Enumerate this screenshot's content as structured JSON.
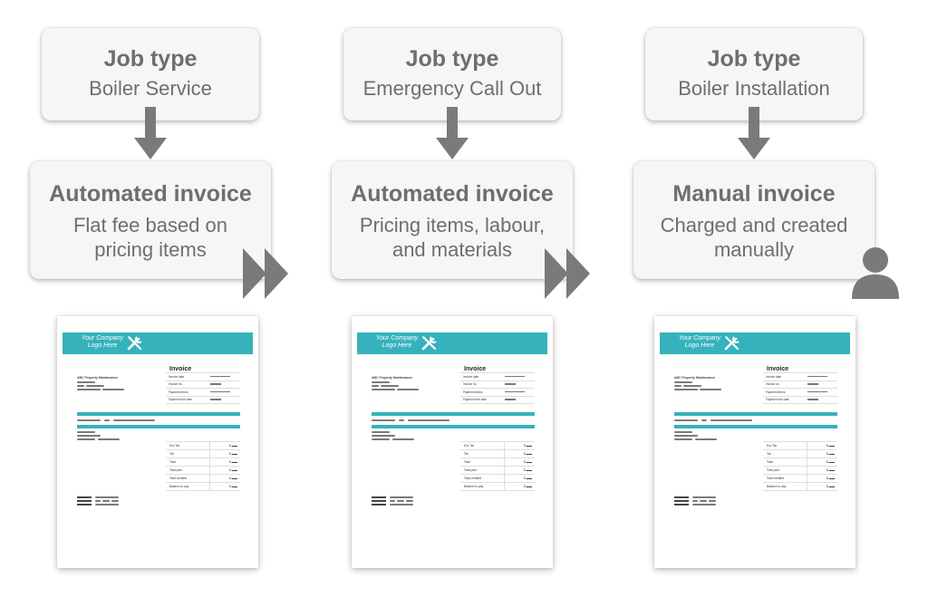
{
  "columns": [
    {
      "job_title": "Job type",
      "job_value": "Boiler Service",
      "invoice_title": "Automated invoice",
      "invoice_desc": "Flat fee based on pricing items",
      "indicator": "double-chevron-icon",
      "invoice_doc": {
        "logo_line1": "Your Company",
        "logo_line2": "Logo Here",
        "doc_title": "Invoice",
        "company_name": "ABC Property Maintenance",
        "meta_labels": [
          "Invoice date",
          "Invoice no.",
          "Payment terms",
          "Payment due date"
        ],
        "total_labels": [
          "Exc Tax",
          "Tax",
          "Total",
          "Total paid",
          "Total credited",
          "Balance to pay"
        ]
      }
    },
    {
      "job_title": "Job type",
      "job_value": "Emergency Call Out",
      "invoice_title": "Automated invoice",
      "invoice_desc": "Pricing items, labour, and materials",
      "indicator": "double-chevron-icon",
      "invoice_doc": {
        "logo_line1": "Your Company",
        "logo_line2": "Logo Here",
        "doc_title": "Invoice",
        "company_name": "ABC Property Maintenance",
        "meta_labels": [
          "Invoice date",
          "Invoice no.",
          "Payment terms",
          "Payment due date"
        ],
        "total_labels": [
          "Exc Tax",
          "Tax",
          "Total",
          "Total paid",
          "Total credited",
          "Balance to pay"
        ]
      }
    },
    {
      "job_title": "Job type",
      "job_value": "Boiler Installation",
      "invoice_title": "Manual invoice",
      "invoice_desc": "Charged and created manually",
      "indicator": "user-icon",
      "invoice_doc": {
        "logo_line1": "Your Company",
        "logo_line2": "Logo Here",
        "doc_title": "Invoice",
        "company_name": "ABC Property Maintenance",
        "meta_labels": [
          "Invoice date",
          "Invoice no.",
          "Payment terms",
          "Payment due date"
        ],
        "total_labels": [
          "Exc Tax",
          "Tax",
          "Total",
          "Total paid",
          "Total credited",
          "Balance to pay"
        ]
      }
    }
  ],
  "colors": {
    "accent": "#36b2bd",
    "arrow": "#7a7a7a",
    "box_bg": "#f6f6f6",
    "text": "#6e6e6e"
  }
}
